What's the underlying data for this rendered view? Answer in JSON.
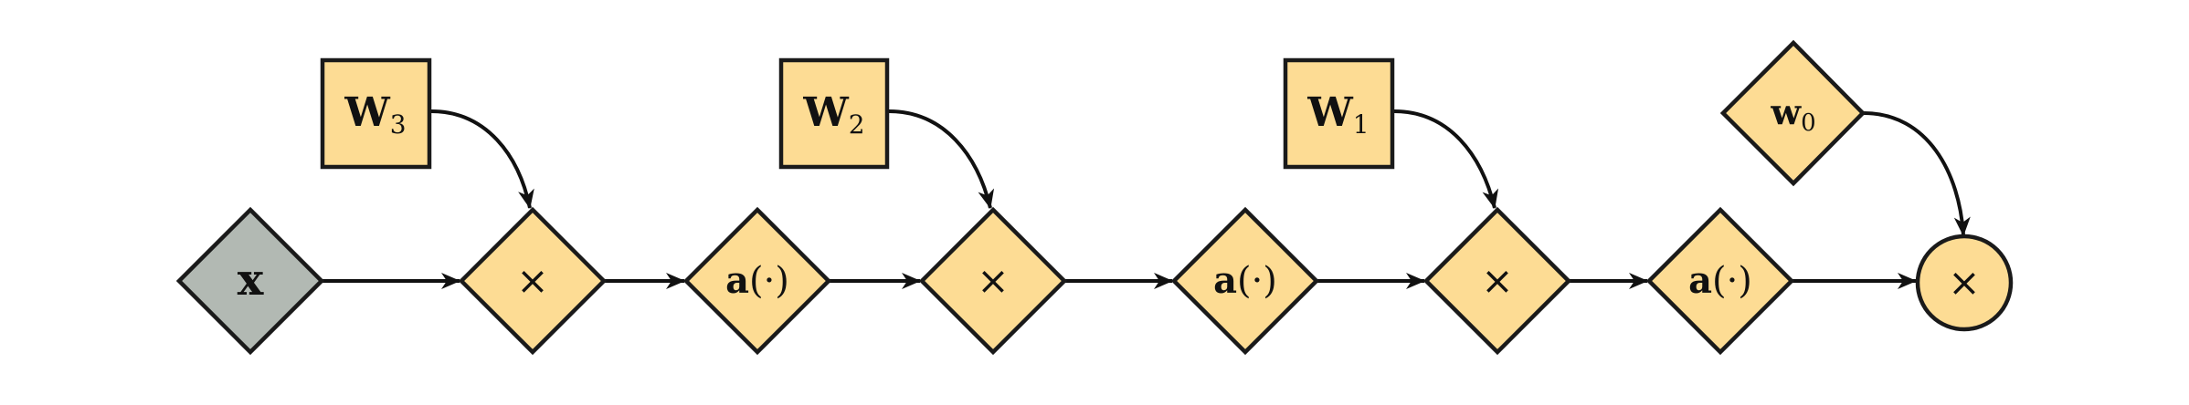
{
  "diagram": {
    "nodes": {
      "x": {
        "label": "x"
      },
      "W3": {
        "symbol": "W",
        "subscript": "3"
      },
      "W2": {
        "symbol": "W",
        "subscript": "2"
      },
      "W1": {
        "symbol": "W",
        "subscript": "1"
      },
      "w0": {
        "symbol": "w",
        "subscript": "0"
      },
      "mult": "×",
      "activation": {
        "symbol": "a",
        "arg": "(·)"
      }
    },
    "colors": {
      "node_fill": "#fddc94",
      "input_fill": "#b2b9b3",
      "stroke": "#1a1a1a"
    }
  }
}
